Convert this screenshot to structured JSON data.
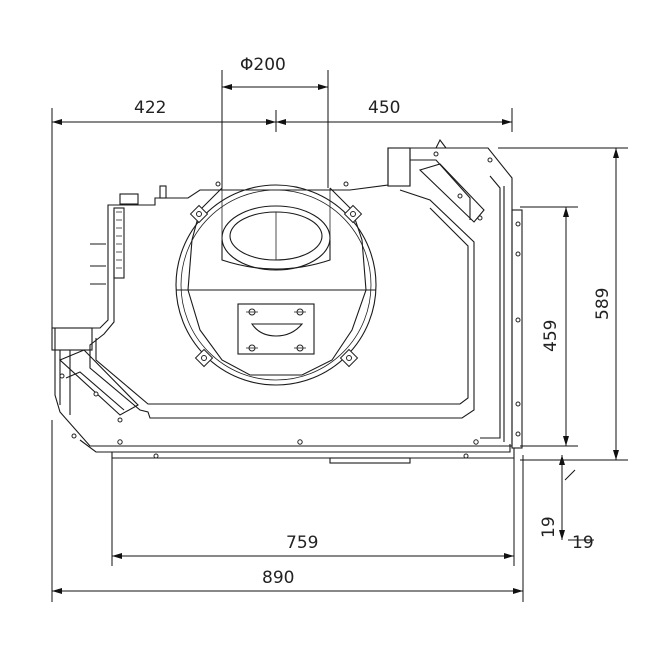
{
  "dimensions": {
    "diameter": "Φ200",
    "left_width": "422",
    "right_width": "450",
    "front_width": "759",
    "total_width": "890",
    "total_height": "589",
    "side_height": "459",
    "offset_left": "19",
    "offset_right": "19"
  },
  "colors": {
    "line": "#1a1a1a",
    "background": "#ffffff"
  }
}
